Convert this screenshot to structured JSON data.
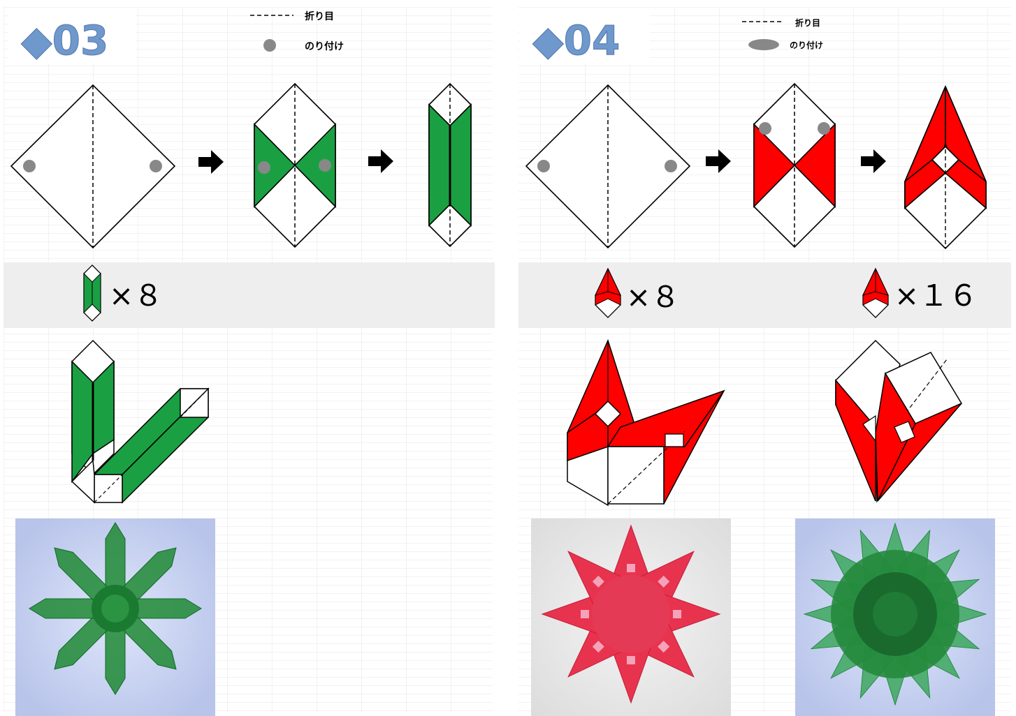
{
  "sections": [
    {
      "id": "03",
      "title": "◆03",
      "legend": {
        "fold_line": "折り目",
        "glue": "のり付け"
      },
      "multipliers": [
        "×８"
      ],
      "accent_color": "#1aa043"
    },
    {
      "id": "04",
      "title": "◆04",
      "legend": {
        "fold_line": "折り目",
        "glue": "のり付け"
      },
      "multipliers": [
        "×８",
        "×１６"
      ],
      "accent_color": "#ff0000"
    }
  ],
  "icons": [
    "arrow-right-icon",
    "glue-dot-icon",
    "fold-line-icon"
  ],
  "colors": {
    "title_blue": "#6f98cc",
    "green": "#1aa043",
    "red": "#ff0000",
    "glue_gray": "#888888",
    "grid": "#e6e6e6",
    "band": "#eeeeee",
    "photo_bg": "#c9d3ef"
  }
}
